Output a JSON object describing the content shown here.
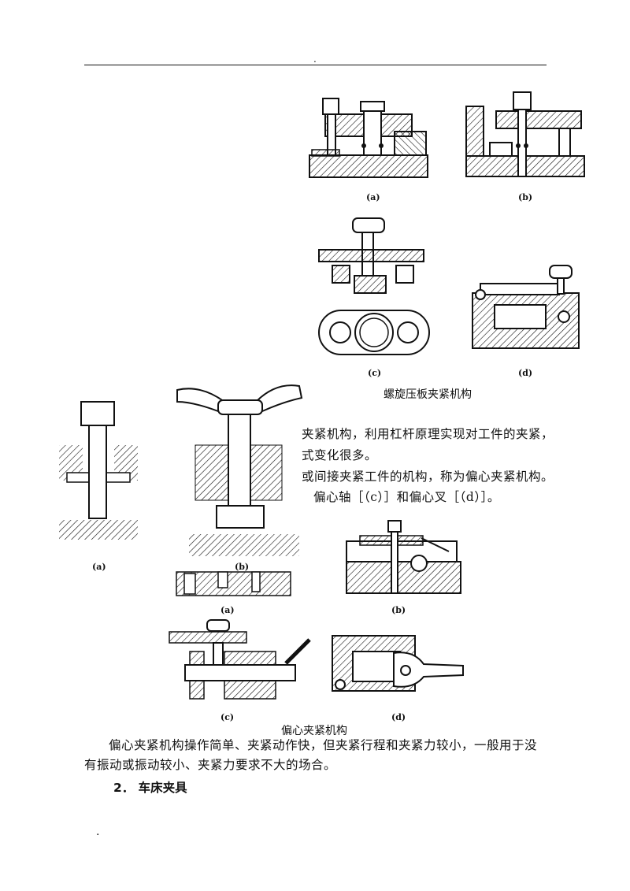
{
  "header": {
    "dot": "."
  },
  "figure1": {
    "caption": "螺旋压板夹紧机构",
    "labels": {
      "a": "(a)",
      "b": "(b)",
      "c": "(c)",
      "d": "(d)"
    }
  },
  "figure_left": {
    "labels": {
      "a": "(a)",
      "b": "(b)"
    }
  },
  "figure2": {
    "caption": "偏心夹紧机构",
    "labels": {
      "a": "(a)",
      "b": "(b)",
      "c": "(c)",
      "d": "(d)"
    }
  },
  "fragments": {
    "line1": "夹紧机构，利用杠杆原理实现对工件的夹紧，",
    "line2": "式变化很多。",
    "line3": "或间接夹紧工件的机构，称为偏心夹紧机构。",
    "line4": "偏心轴［（c）］和偏心叉［（d）］。"
  },
  "body": {
    "para1_line1": "偏心夹紧机构操作简单、夹紧动作快，但夹紧行程和夹紧力较小，一般用于没",
    "para1_line2": "有振动或振动较小、夹紧力要求不大的场合。",
    "section_heading": "2．  车床夹具"
  },
  "footer": {
    "dot": "."
  }
}
